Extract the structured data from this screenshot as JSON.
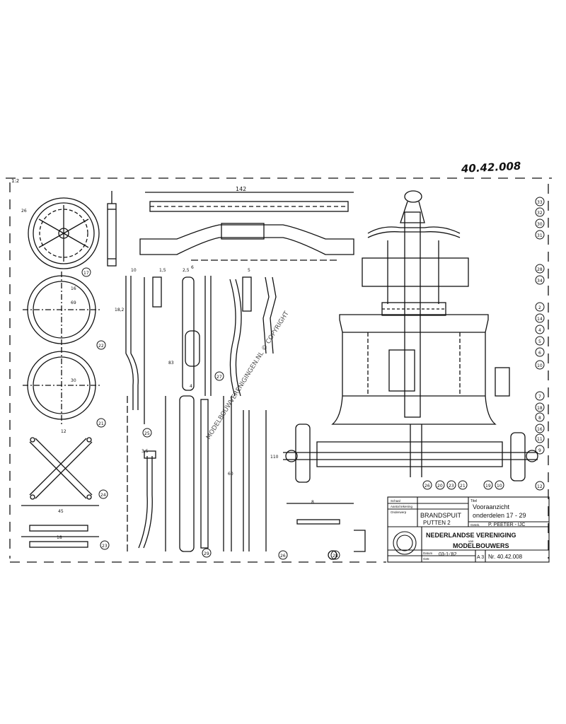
{
  "drawing": {
    "handwritten_number": "40.42.008",
    "watermark": "MODELBOUWVERENIGINGEN.NL © COPYRIGHT",
    "sheet_scale_note": "1:2",
    "top_dimension": "142"
  },
  "title_block": {
    "small_labels": [
      "Schaal",
      "Aantal tekening",
      "Onderwerp",
      "Datum",
      "Getr."
    ],
    "title_label": "Titel",
    "subject_line1": "BRANDSPUIT",
    "subject_line2": "PUTTEN 2",
    "view_title_line1": "Vooraanzicht",
    "view_title_line2": "onderdelen 17 - 29",
    "drawn_by_label": "Getek.",
    "drawn_by": "P. PEETER - IJC",
    "org_name_line1": "NEDERLANDSE VERENIGING",
    "org_name_small": "van",
    "org_name_line2": "MODELBOUWERS",
    "date_value": "03-1-'82",
    "sheet_size": "A 3",
    "drawing_number": "Nr. 40.42.008"
  },
  "part_callouts": {
    "right_column": [
      "33",
      "32",
      "30",
      "31",
      "28",
      "34",
      "2",
      "14",
      "4",
      "5",
      "6",
      "10",
      "7",
      "18",
      "8",
      "16",
      "11",
      "9",
      "12"
    ],
    "bottom_row": [
      "26",
      "20",
      "23",
      "21",
      "19",
      "10"
    ],
    "left_parts": [
      "17",
      "22",
      "21",
      "25",
      "24",
      "27",
      "23",
      "29",
      "26",
      "28"
    ]
  },
  "dimensions": [
    "26",
    "16",
    "10",
    "1,5",
    "2,5",
    "3,5",
    "4",
    "5",
    "6",
    "8",
    "12",
    "18",
    "30",
    "45",
    "60",
    "69",
    "83",
    "110",
    "18,2"
  ]
}
